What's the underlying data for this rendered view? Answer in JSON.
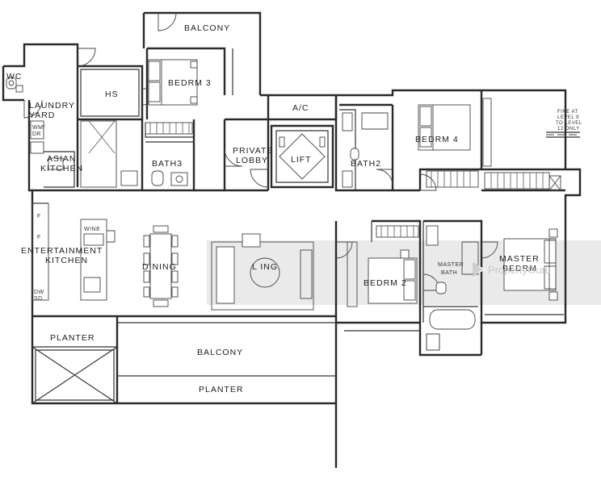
{
  "rooms": {
    "balcony_top": "BALCONY",
    "wc": "WC",
    "bedrm3": "BEDRM 3",
    "hs": "HS",
    "laundry_line1": "LAUNDRY",
    "laundry_line2": "YARD",
    "wm": "WM/",
    "dr": "DR",
    "asian_line1": "ASIAN",
    "asian_line2": "KITCHEN",
    "bath3": "BATH3",
    "ac": "A/C",
    "private_line1": "PRIVATE",
    "private_line2": "LOBBY",
    "lift": "LIFT",
    "bath2": "BATH2",
    "bedrm4": "BEDRM 4",
    "fine_note": [
      "FINE AT",
      "LEVEL 9",
      "TO LEVEL",
      "12 ONLY"
    ],
    "wine": "WINE",
    "ent_line1": "ENTERTAINMENT",
    "ent_line2": "KITCHEN",
    "dining": "DINING",
    "living": "L  ING",
    "bedrm2": "BEDRM 2",
    "master_bath_line1": "MASTER",
    "master_bath_line2": "BATH",
    "master_line1": "MASTER",
    "master_line2": "BEDRM",
    "f1": "F",
    "f2": "F",
    "dw": "DW",
    "sd": "SD",
    "planter_left": "PLANTER",
    "balcony_bottom": "BALCONY",
    "planter_bottom": "PLANTER"
  },
  "watermark": {
    "text": "PropertyGuru",
    "icon": "propertyguru-logo-icon"
  }
}
